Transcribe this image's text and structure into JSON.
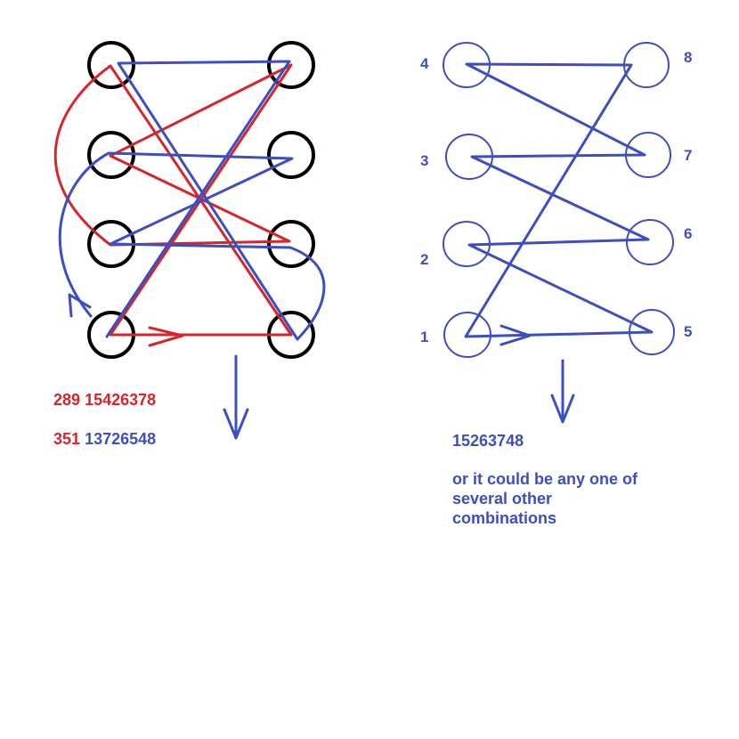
{
  "colors": {
    "red": "#d7262b",
    "blue": "#3d4fbf",
    "black": "#000000"
  },
  "left_diagram": {
    "codes": [
      {
        "prefix": "289",
        "prefix_color": "red",
        "code": "15426378",
        "code_color": "red"
      },
      {
        "prefix": "351",
        "prefix_color": "red",
        "code": "13726548",
        "code_color": "blue"
      }
    ]
  },
  "right_diagram": {
    "node_labels": [
      "1",
      "2",
      "3",
      "4",
      "5",
      "6",
      "7",
      "8"
    ],
    "result": "15263748",
    "note": [
      "or it could be any one of",
      "several other",
      "combinations"
    ]
  }
}
